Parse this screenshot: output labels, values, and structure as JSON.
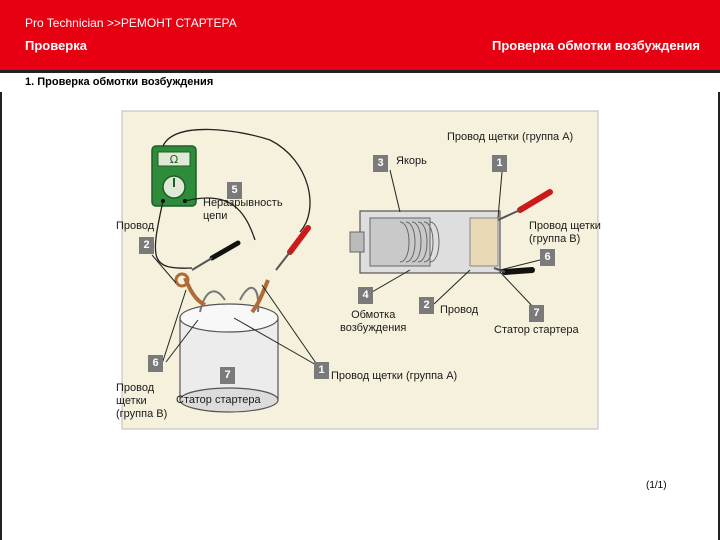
{
  "header": {
    "breadcrumb": "Pro  Technician >>РЕМОНТ СТАРТЕРА",
    "section_left": "Проверка",
    "section_right": "Проверка обмотки возбуждения"
  },
  "subtitle": "1. Проверка обмотки возбуждения",
  "colors": {
    "header_red": "#e60012",
    "panel_bg": "#f5f1dc",
    "meter_green": "#2e8b3a",
    "probe_red": "#cc1a1a",
    "badge_gray": "#7a7a7a"
  },
  "left_figure": {
    "badges": [
      "5",
      "2",
      "6",
      "7"
    ],
    "labels": {
      "continuity": "Неразрывность\nцепи",
      "lead": "Провод",
      "brush_lead_b": "Провод\nщетки\n(группа В)",
      "stator": "Статор стартера"
    },
    "meter_display": "Ω"
  },
  "right_figure": {
    "badges": [
      "3",
      "1",
      "6",
      "4",
      "2",
      "7",
      "1"
    ],
    "labels": {
      "brush_lead_a_top": "Провод щетки (группа А)",
      "armature": "Якорь",
      "brush_lead_b": "Провод щетки\n(группа В)",
      "field_winding": "Обмотка\nвозбуждения",
      "lead": "Провод",
      "stator": "Статор стартера",
      "brush_lead_a_bottom": "Провод щетки (группа А)"
    }
  },
  "page_counter": "(1/1)"
}
